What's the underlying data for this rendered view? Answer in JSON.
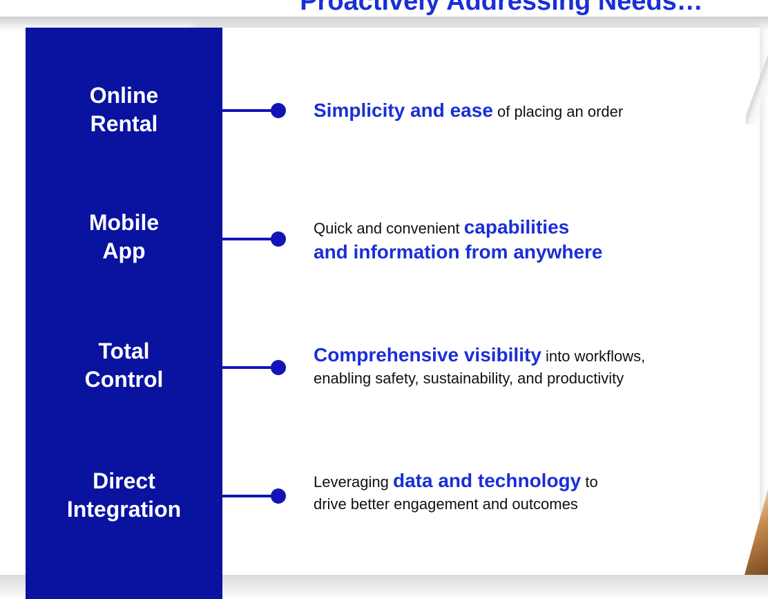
{
  "slide": {
    "title": "Proactively Addressing Needs…",
    "items": [
      {
        "label_line1": "Online",
        "label_line2": "Rental",
        "desc_highlight": "Simplicity and ease",
        "desc_rest": " of placing an order"
      },
      {
        "label_line1": "Mobile",
        "label_line2": "App",
        "desc_pre": "Quick and convenient ",
        "desc_highlight1": "capabilities",
        "desc_highlight2": "and information from anywhere"
      },
      {
        "label_line1": "Total",
        "label_line2": "Control",
        "desc_highlight": "Comprehensive visibility",
        "desc_rest": " into workflows,",
        "desc_line2": "enabling safety, sustainability, and productivity"
      },
      {
        "label_line1": "Direct",
        "label_line2": "Integration",
        "desc_pre": "Leveraging ",
        "desc_highlight": "data and technology",
        "desc_rest": " to",
        "desc_line2": "drive better engagement and outcomes"
      }
    ]
  },
  "colors": {
    "sidebar": "#0a12a0",
    "accent": "#1a2fd6",
    "connector": "#1214b8"
  }
}
